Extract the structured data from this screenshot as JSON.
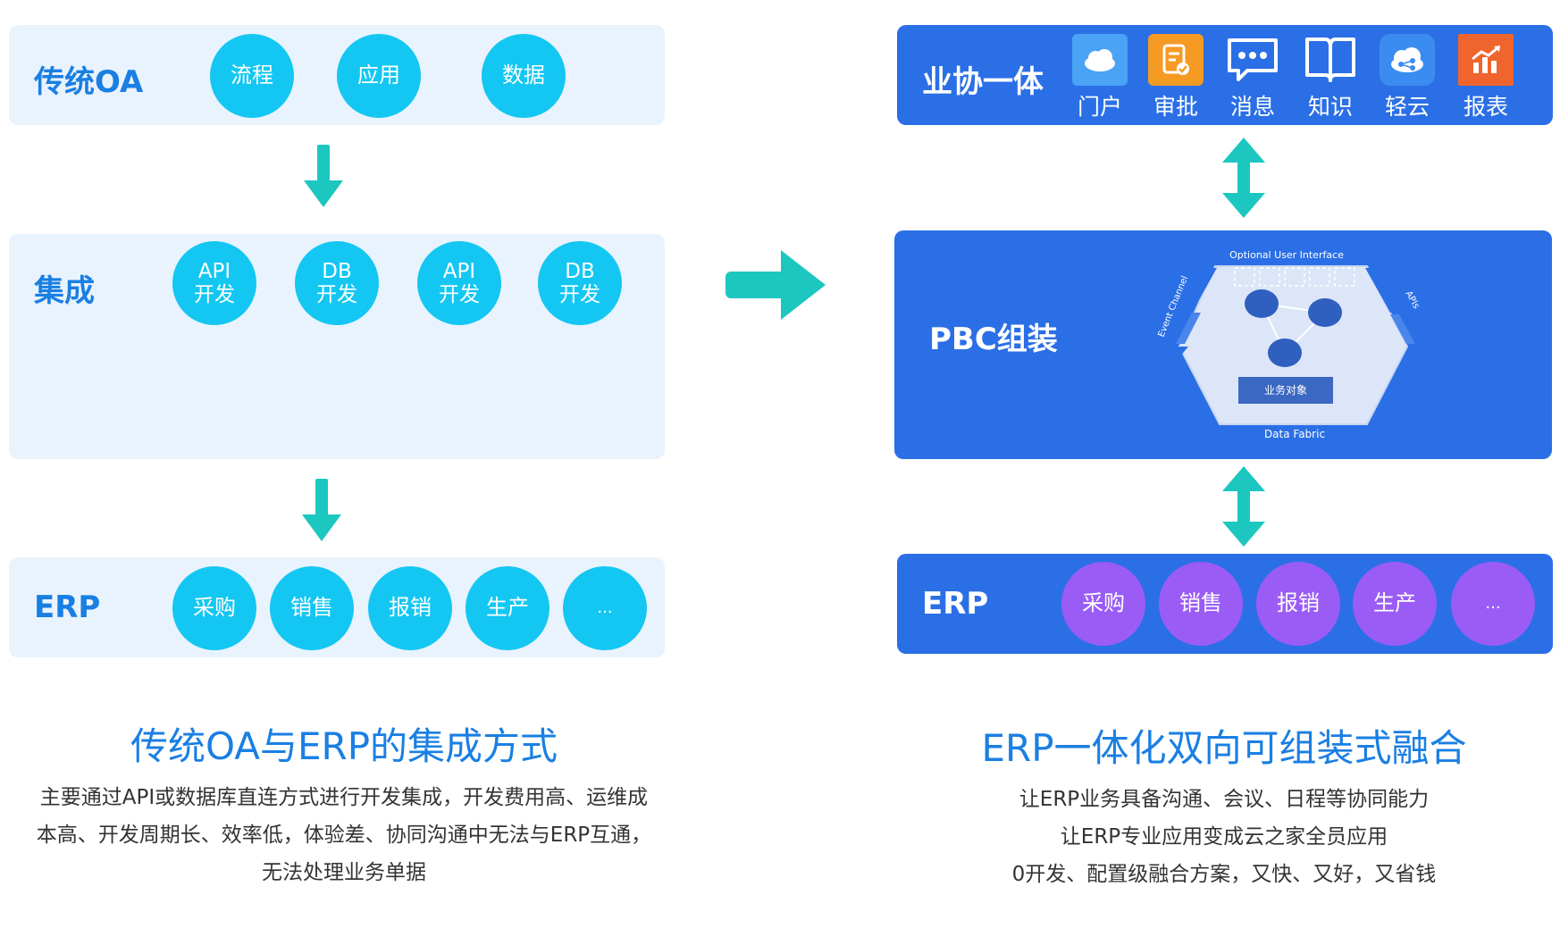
{
  "left": {
    "oa": {
      "label": "传统OA",
      "items": [
        "流程",
        "应用",
        "数据"
      ]
    },
    "integration": {
      "label": "集成",
      "items": [
        [
          "API",
          "开发"
        ],
        [
          "DB",
          "开发"
        ],
        [
          "API",
          "开发"
        ],
        [
          "DB",
          "开发"
        ]
      ]
    },
    "erp": {
      "label": "ERP",
      "items": [
        "采购",
        "销售",
        "报销",
        "生产",
        "..."
      ]
    },
    "caption": {
      "title": "传统OA与ERP的集成方式",
      "lines": [
        "主要通过API或数据库直连方式进行开发集成，开发费用高、运维成",
        "本高、开发周期长、效率低，体验差、协同沟通中无法与ERP互通，",
        "无法处理业务单据"
      ]
    }
  },
  "right": {
    "top": {
      "label": "业协一体",
      "icons": [
        {
          "name": "cloud-icon",
          "label": "门户",
          "color": "#4aa3f5"
        },
        {
          "name": "approval-icon",
          "label": "审批",
          "color": "#f59a23"
        },
        {
          "name": "message-icon",
          "label": "消息",
          "color": "#2b6fe6"
        },
        {
          "name": "book-icon",
          "label": "知识",
          "color": "#2b6fe6"
        },
        {
          "name": "cloud-share-icon",
          "label": "轻云",
          "color": "#3b8cf0"
        },
        {
          "name": "chart-icon",
          "label": "报表",
          "color": "#f0642d"
        }
      ]
    },
    "pbc": {
      "label": "PBC组装",
      "diagram": {
        "top_text": "Optional User Interface",
        "left_text": "Event Channel",
        "right_text": "APIs",
        "center_box": "业务对象",
        "bottom_text": "Data Fabric"
      }
    },
    "erp": {
      "label": "ERP",
      "items": [
        "采购",
        "销售",
        "报销",
        "生产",
        "..."
      ]
    },
    "caption": {
      "title": "ERP一体化双向可组装式融合",
      "lines": [
        "让ERP业务具备沟通、会议、日程等协同能力",
        "让ERP专业应用变成云之家全员应用",
        "0开发、配置级融合方案，又快、又好，又省钱"
      ]
    }
  },
  "colors": {
    "accent_blue": "#2b6fe6",
    "light_panel": "#e9f3fd",
    "cyan_circle": "#13c7f2",
    "purple_circle": "#9a5cf5",
    "arrow_teal": "#1cc7c0",
    "title_blue": "#1a7fe3"
  }
}
